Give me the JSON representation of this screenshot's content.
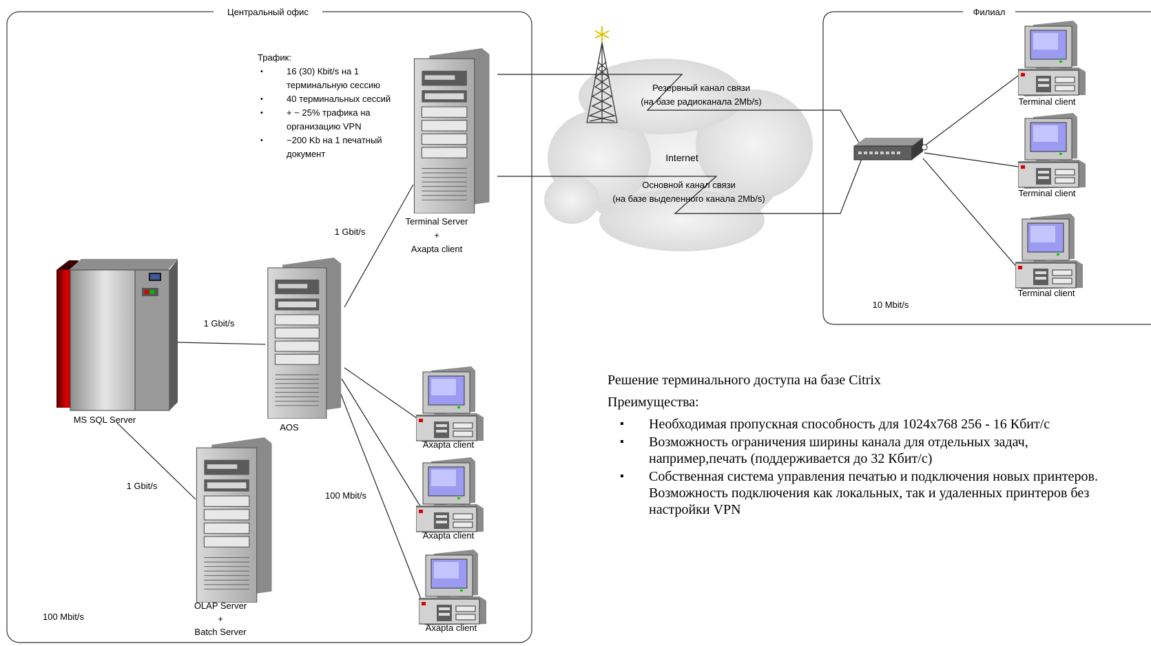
{
  "frames": {
    "central_office": "Центральный офис",
    "branch": "Филиал"
  },
  "traffic_notes": {
    "title": "Трафик:",
    "items": [
      "16 (30) Кbit/s на 1 терминальную сессию",
      "40 терминальных сессий",
      "+ ~ 25% трафика на организацию VPN",
      "~200 Kb на 1 печатный документ"
    ]
  },
  "nodes": {
    "terminal_server": [
      "Terminal Server",
      "+",
      "Axapta client"
    ],
    "aos": "AOS",
    "mssql": "MS SQL Server",
    "olap": [
      "OLAP Server",
      "+",
      "Batch Server"
    ],
    "axapta_client_1": "Axapta client",
    "axapta_client_2": "Axapta client",
    "axapta_client_3": "Axapta client",
    "terminal_client_1": "Terminal client",
    "terminal_client_2": "Terminal client",
    "terminal_client_3": "Terminal client"
  },
  "links": {
    "ts_aos": "1 Gbit/s",
    "sql_aos": "1 Gbit/s",
    "sql_olap": "1 Gbit/s",
    "aos_clients": "100 Mbit/s",
    "central_lan": "100 Mbit/s",
    "branch_lan": "10 Mbit/s",
    "backup_channel": [
      "Резервный канал связи",
      "(на базе радиоканала 2Mb/s)"
    ],
    "main_channel": [
      "Основной канал связи",
      "(на базе выделенного канала 2Mb/s)"
    ],
    "internet": "Internet"
  },
  "solution": {
    "title": "Решение терминального доступа на базе Citrix",
    "subtitle": "Преимущества:",
    "items": [
      "Необходимая пропускная способность для 1024х768 256 - 16 Кбит/с",
      "Возможность ограничения ширины канала для отдельных задач, например,печать (поддерживается до 32 Кбит/с)",
      "Собственная система управления печатью и подключения новых принтеров. Возможность подключения как локальных, так и удаленных принтеров без настройки VPN"
    ]
  },
  "colors": {
    "server_face": "#b7b7b7",
    "server_dark": "#6d6d6d",
    "monitor_screen": "#9b9bf2",
    "sql_red": "#b10000",
    "cloud": "#e4e4e4"
  }
}
